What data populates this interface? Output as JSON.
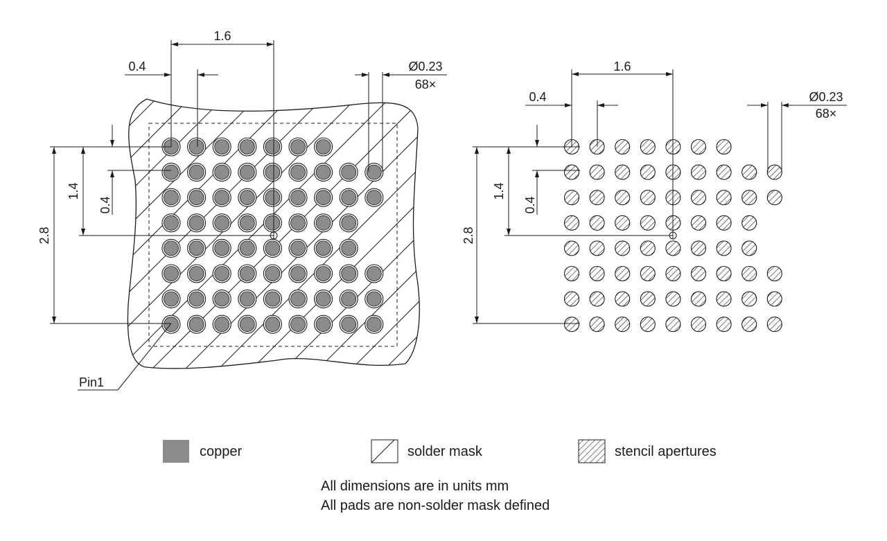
{
  "labels": {
    "pitch_x": "1.6",
    "pad_pitch": "0.4",
    "pad_diameter": "Ø0.23",
    "pad_count": "68×",
    "pitch_y": "1.4",
    "row_pitch": "0.4",
    "total_height": "2.8",
    "pin1": "Pin1"
  },
  "legend": {
    "copper": "copper",
    "solder_mask": "solder mask",
    "stencil": "stencil apertures"
  },
  "notes": {
    "line1": "All dimensions are in units mm",
    "line2": "All pads are non-solder mask defined"
  },
  "colors": {
    "copper": "#8c8c8c",
    "line": "#1a1a1a"
  },
  "pad_grid": {
    "rows": 8,
    "columns": 9,
    "missing_pads": [
      [
        0,
        7
      ],
      [
        0,
        8
      ],
      [
        3,
        8
      ],
      [
        4,
        8
      ]
    ],
    "pad_count": 68
  }
}
